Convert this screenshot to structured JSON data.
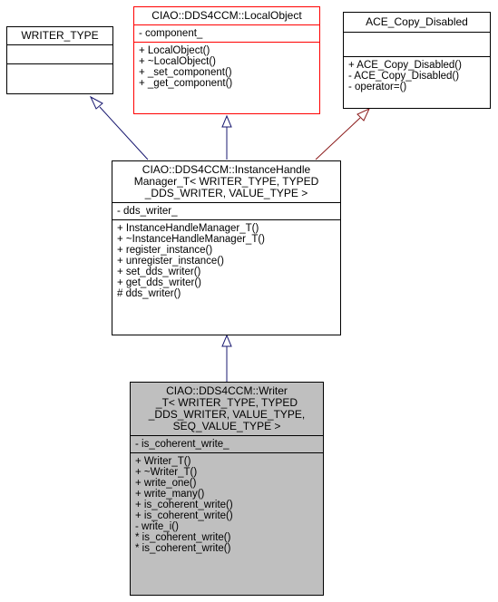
{
  "classes": {
    "writer_type": {
      "title": [
        "WRITER_TYPE"
      ],
      "attributes": [],
      "operations": []
    },
    "local_object": {
      "title": [
        "CIAO::DDS4CCM::LocalObject"
      ],
      "attributes": [
        "- component_"
      ],
      "operations": [
        "+ LocalObject()",
        "+ ~LocalObject()",
        "+ _set_component()",
        "+ _get_component()"
      ],
      "border_color": "#ff0000"
    },
    "ace_copy_disabled": {
      "title": [
        "ACE_Copy_Disabled"
      ],
      "attributes": [],
      "operations": [
        "+ ACE_Copy_Disabled()",
        "- ACE_Copy_Disabled()",
        "- operator=()"
      ]
    },
    "instance_handle_manager": {
      "title": [
        "CIAO::DDS4CCM::InstanceHandle",
        "Manager_T< WRITER_TYPE, TYPED",
        "_DDS_WRITER, VALUE_TYPE >"
      ],
      "attributes": [
        "- dds_writer_"
      ],
      "operations": [
        "+ InstanceHandleManager_T()",
        "+ ~InstanceHandleManager_T()",
        "+ register_instance()",
        "+ unregister_instance()",
        "+ set_dds_writer()",
        "+ get_dds_writer()",
        "# dds_writer()"
      ]
    },
    "writer_t": {
      "title": [
        "CIAO::DDS4CCM::Writer",
        "_T< WRITER_TYPE, TYPED",
        "_DDS_WRITER, VALUE_TYPE,",
        "SEQ_VALUE_TYPE >"
      ],
      "attributes": [
        "- is_coherent_write_"
      ],
      "operations": [
        "+ Writer_T()",
        "+ ~Writer_T()",
        "+ write_one()",
        "+ write_many()",
        "+ is_coherent_write()",
        "+ is_coherent_write()",
        "- write_i()",
        "* is_coherent_write()",
        "* is_coherent_write()"
      ],
      "fill_color": "#bfbfbf"
    }
  },
  "edges": [
    {
      "from": "instance_handle_manager",
      "to": "writer_type",
      "color": "#191970"
    },
    {
      "from": "instance_handle_manager",
      "to": "local_object",
      "color": "#191970"
    },
    {
      "from": "instance_handle_manager",
      "to": "ace_copy_disabled",
      "color": "#8b1a1a"
    },
    {
      "from": "writer_t",
      "to": "instance_handle_manager",
      "color": "#191970"
    }
  ]
}
